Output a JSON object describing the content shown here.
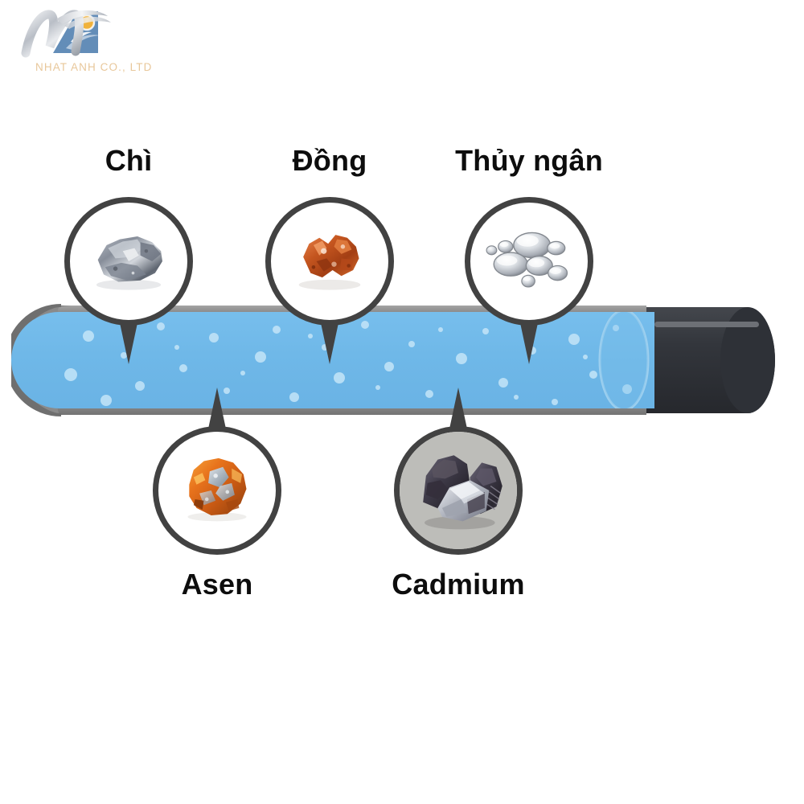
{
  "logo": {
    "company_name": "NHAT ANH CO., LTD",
    "mark_name": "nhat-anh-logo",
    "text_color": "#e8c79a",
    "mark_color": "#4a7fae",
    "accent_color": "#f0b23c"
  },
  "diagram": {
    "title": "",
    "pipe": {
      "water_color": "#6eb8e8",
      "water_color_light": "#8fcaf0",
      "wall_color": "#7a7a7a",
      "wall_color_light": "#9b9b9b",
      "end_cap_color": "#33363c",
      "end_cap_dark": "#2a2d33",
      "highlight_color": "#6d7076",
      "bubble_color": "#bfe2f7"
    },
    "callout_border_color": "#424242",
    "label_color": "#0d0d0d",
    "contaminants": [
      {
        "id": "chi",
        "label": "Chì",
        "position": "top",
        "icon_name": "lead-ore-sample",
        "sample_description": "grey metallic lead ore nugget",
        "sample_colors": [
          "#9aa0ab",
          "#6f7681",
          "#c9ccd2",
          "#4e545e"
        ]
      },
      {
        "id": "dong",
        "label": "Đồng",
        "position": "top",
        "icon_name": "copper-nugget-sample",
        "sample_description": "native copper nugget, orange-red",
        "sample_colors": [
          "#c8551f",
          "#e3733a",
          "#9c3d13",
          "#f0a070"
        ]
      },
      {
        "id": "thuy-ngan",
        "label": "Thủy ngân",
        "position": "top",
        "icon_name": "mercury-droplets-sample",
        "sample_description": "silvery mercury droplets",
        "sample_colors": [
          "#d8dbe0",
          "#f2f4f6",
          "#a8adb5",
          "#8b9099"
        ]
      },
      {
        "id": "asen",
        "label": "Asen",
        "position": "bottom",
        "icon_name": "arsenic-mineral-sample",
        "sample_description": "orange realgar arsenic mineral with grey crystals",
        "sample_colors": [
          "#e8731c",
          "#f5a23a",
          "#b9c4cc",
          "#8a4a10"
        ]
      },
      {
        "id": "cadmium",
        "label": "Cadmium",
        "position": "bottom",
        "icon_name": "cadmium-crystal-sample",
        "sample_description": "dark grey cadmium crystalline rocks on grey background",
        "sample_colors": [
          "#4a4650",
          "#2b2830",
          "#b9bcc2",
          "#767080"
        ]
      }
    ]
  }
}
